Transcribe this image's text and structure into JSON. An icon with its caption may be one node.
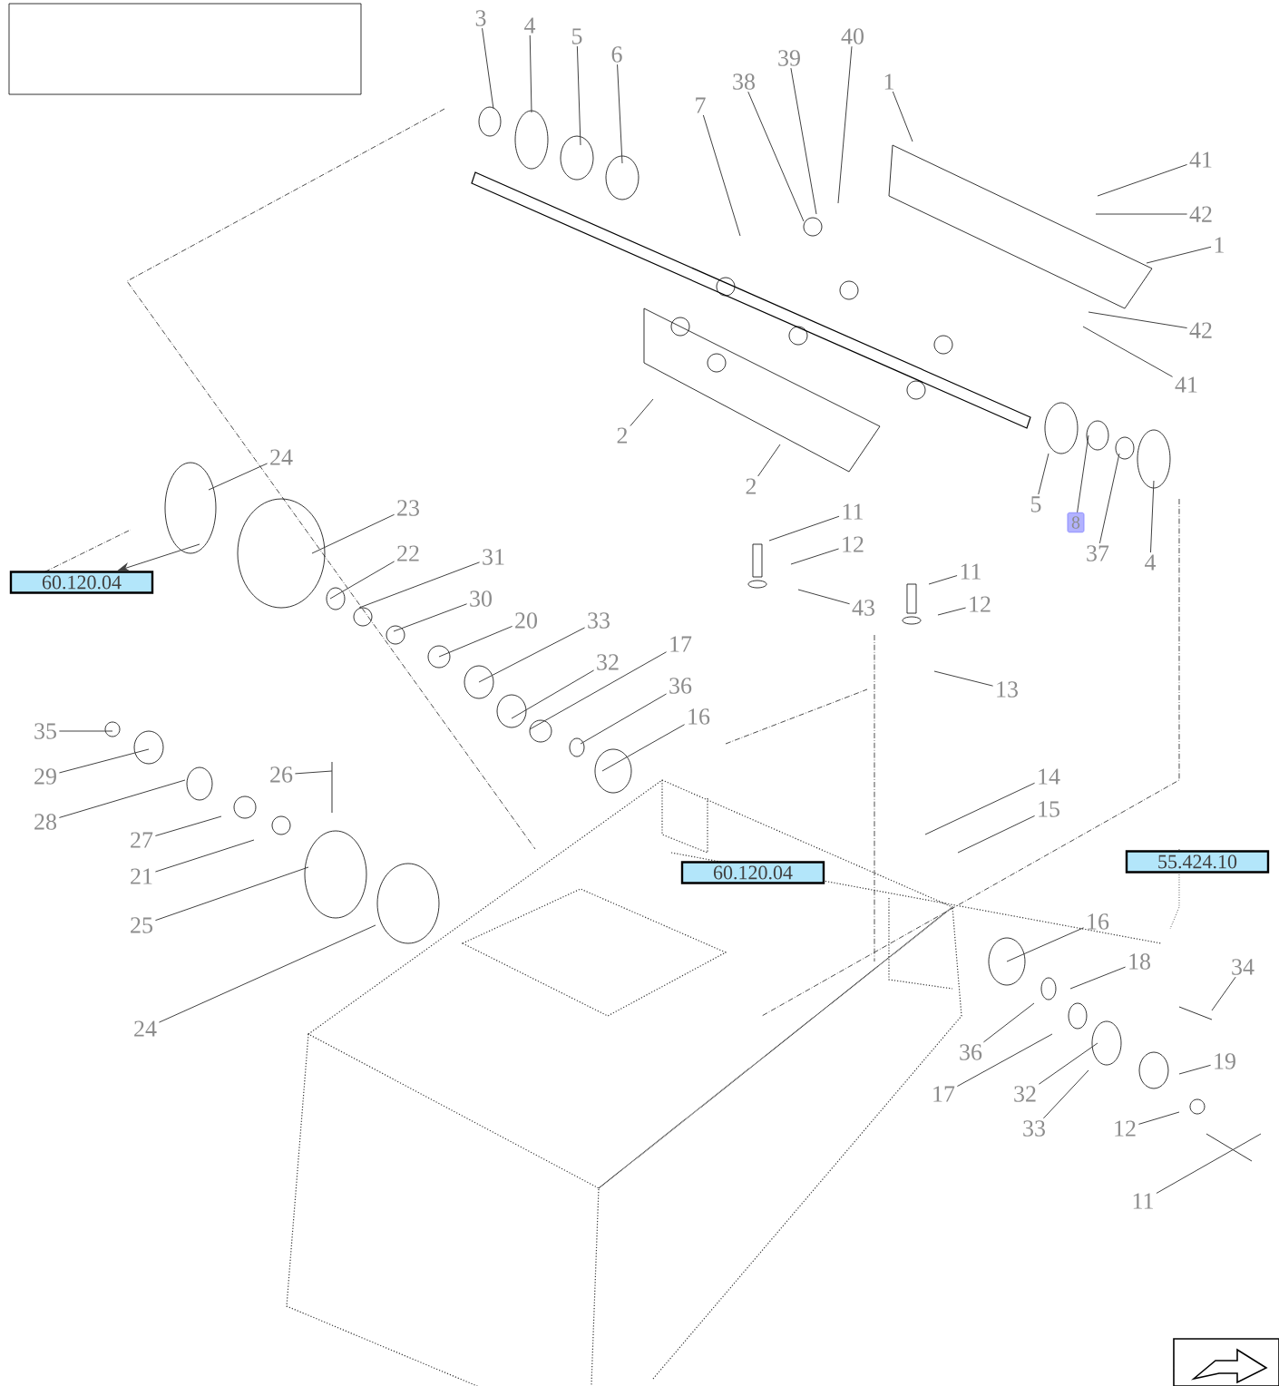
{
  "diagram": {
    "nodes": [
      {
        "text": [],
        "shape": "box"
      },
      {
        "text": [
          "3"
        ]
      },
      {
        "text": [
          "4"
        ]
      },
      {
        "text": [
          "5"
        ]
      },
      {
        "text": [
          "6"
        ]
      },
      {
        "text": [
          "7"
        ]
      },
      {
        "text": [
          "38"
        ]
      },
      {
        "text": [
          "39"
        ]
      },
      {
        "text": [
          "40"
        ]
      },
      {
        "text": [
          "1"
        ]
      },
      {
        "text": [
          "41"
        ]
      },
      {
        "text": [
          "42"
        ]
      },
      {
        "text": [
          "1"
        ]
      },
      {
        "text": [
          "42"
        ]
      },
      {
        "text": [
          "41"
        ]
      },
      {
        "text": [
          "2"
        ]
      },
      {
        "text": [
          "2"
        ]
      },
      {
        "text": [
          "5"
        ]
      },
      {
        "text": [
          "8"
        ]
      },
      {
        "text": [
          "37"
        ]
      },
      {
        "text": [
          "4"
        ]
      },
      {
        "text": [
          "11"
        ]
      },
      {
        "text": [
          "12"
        ]
      },
      {
        "text": [
          "43"
        ]
      },
      {
        "text": [
          "11"
        ]
      },
      {
        "text": [
          "12"
        ]
      },
      {
        "text": [
          "13"
        ]
      },
      {
        "text": [
          "24"
        ]
      },
      {
        "text": [
          "23"
        ]
      },
      {
        "text": [
          "22"
        ]
      },
      {
        "text": [
          "31"
        ]
      },
      {
        "text": [
          "30"
        ]
      },
      {
        "text": [
          "20"
        ]
      },
      {
        "text": [
          "33"
        ]
      },
      {
        "text": [
          "32"
        ]
      },
      {
        "text": [
          "17"
        ]
      },
      {
        "text": [
          "36"
        ]
      },
      {
        "text": [
          "16"
        ]
      },
      {
        "text": [
          "35"
        ]
      },
      {
        "text": [
          "29"
        ]
      },
      {
        "text": [
          "28"
        ]
      },
      {
        "text": [
          "26"
        ]
      },
      {
        "text": [
          "27"
        ]
      },
      {
        "text": [
          "21"
        ]
      },
      {
        "text": [
          "25"
        ]
      },
      {
        "text": [
          "24"
        ]
      },
      {
        "text": [
          "14"
        ]
      },
      {
        "text": [
          "15"
        ]
      },
      {
        "text": [
          "16"
        ]
      },
      {
        "text": [
          "18"
        ]
      },
      {
        "text": [
          "34"
        ]
      },
      {
        "text": [
          "36"
        ]
      },
      {
        "text": [
          "19"
        ]
      },
      {
        "text": [
          "17"
        ]
      },
      {
        "text": [
          "32"
        ]
      },
      {
        "text": [
          "33"
        ]
      },
      {
        "text": [
          "12"
        ]
      },
      {
        "text": [
          "11"
        ]
      },
      {
        "text": [
          "60.120.04"
        ]
      },
      {
        "text": [
          "60.120.04"
        ]
      },
      {
        "text": [
          "55.424.10"
        ]
      }
    ],
    "edges": [
      {
        "from": 1,
        "to": null,
        "arrow": "none"
      },
      {
        "from": 2,
        "to": null,
        "arrow": "none"
      },
      {
        "from": 3,
        "to": null,
        "arrow": "none"
      },
      {
        "from": 4,
        "to": null,
        "arrow": "none"
      },
      {
        "from": 5,
        "to": null,
        "arrow": "none"
      },
      {
        "from": 6,
        "to": null,
        "arrow": "none"
      },
      {
        "from": 7,
        "to": null,
        "arrow": "none"
      },
      {
        "from": 8,
        "to": null,
        "arrow": "none"
      },
      {
        "from": 9,
        "to": null,
        "arrow": "none"
      },
      {
        "from": 10,
        "to": null,
        "arrow": "none"
      },
      {
        "from": 11,
        "to": null,
        "arrow": "none"
      },
      {
        "from": 12,
        "to": null,
        "arrow": "none"
      },
      {
        "from": 13,
        "to": null,
        "arrow": "none"
      },
      {
        "from": 14,
        "to": null,
        "arrow": "none"
      },
      {
        "from": 15,
        "to": null,
        "arrow": "none"
      },
      {
        "from": 16,
        "to": null,
        "arrow": "none"
      },
      {
        "from": 17,
        "to": null,
        "arrow": "none"
      },
      {
        "from": 18,
        "to": null,
        "arrow": "none"
      },
      {
        "from": 19,
        "to": null,
        "arrow": "none"
      },
      {
        "from": 20,
        "to": null,
        "arrow": "none"
      },
      {
        "from": 21,
        "to": null,
        "arrow": "none"
      },
      {
        "from": 22,
        "to": null,
        "arrow": "none"
      },
      {
        "from": 23,
        "to": null,
        "arrow": "none"
      },
      {
        "from": 24,
        "to": null,
        "arrow": "none"
      },
      {
        "from": 25,
        "to": null,
        "arrow": "none"
      },
      {
        "from": 26,
        "to": null,
        "arrow": "none"
      },
      {
        "from": 27,
        "to": null,
        "arrow": "none"
      },
      {
        "from": 28,
        "to": null,
        "arrow": "none"
      },
      {
        "from": 29,
        "to": null,
        "arrow": "none"
      },
      {
        "from": 30,
        "to": null,
        "arrow": "none"
      },
      {
        "from": 31,
        "to": null,
        "arrow": "none"
      },
      {
        "from": 32,
        "to": null,
        "arrow": "none"
      },
      {
        "from": 33,
        "to": null,
        "arrow": "none"
      },
      {
        "from": 34,
        "to": null,
        "arrow": "none"
      },
      {
        "from": 35,
        "to": null,
        "arrow": "none"
      },
      {
        "from": 36,
        "to": null,
        "arrow": "none"
      },
      {
        "from": 37,
        "to": null,
        "arrow": "none"
      },
      {
        "from": 38,
        "to": null,
        "arrow": "none"
      },
      {
        "from": 39,
        "to": null,
        "arrow": "none"
      },
      {
        "from": 40,
        "to": null,
        "arrow": "none"
      },
      {
        "from": 41,
        "to": null,
        "arrow": "none"
      },
      {
        "from": 42,
        "to": null,
        "arrow": "none"
      },
      {
        "from": 43,
        "to": null,
        "arrow": "none"
      },
      {
        "from": 44,
        "to": null,
        "arrow": "none"
      },
      {
        "from": 45,
        "to": null,
        "arrow": "none"
      },
      {
        "from": 46,
        "to": null,
        "arrow": "none"
      },
      {
        "from": 47,
        "to": null,
        "arrow": "none"
      },
      {
        "from": 48,
        "to": null,
        "arrow": "none"
      },
      {
        "from": 49,
        "to": null,
        "arrow": "none"
      },
      {
        "from": 50,
        "to": null,
        "arrow": "none"
      },
      {
        "from": 51,
        "to": null,
        "arrow": "none"
      },
      {
        "from": 52,
        "to": null,
        "arrow": "none"
      },
      {
        "from": 53,
        "to": null,
        "arrow": "none"
      },
      {
        "from": 54,
        "to": null,
        "arrow": "none"
      },
      {
        "from": 55,
        "to": null,
        "arrow": "none"
      },
      {
        "from": 56,
        "to": null,
        "arrow": "none"
      },
      {
        "from": 57,
        "to": null,
        "arrow": "none"
      },
      {
        "from": null,
        "to": 58,
        "arrow": "to"
      }
    ]
  }
}
